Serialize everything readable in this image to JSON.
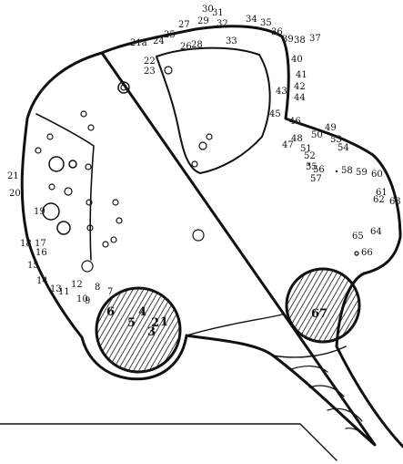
{
  "figure": {
    "labels": [
      "21a",
      "24",
      "25",
      "27",
      "29",
      "30",
      "31",
      "32",
      "33",
      "34",
      "35",
      "36",
      "39",
      "38",
      "37",
      "40",
      "41",
      "42",
      "43",
      "44",
      "45",
      "46",
      "47",
      "48",
      "49",
      "50",
      "51",
      "52",
      "53",
      "54",
      "55",
      "56",
      "57",
      "58",
      "59",
      "60",
      "61",
      "62",
      "63",
      "64",
      "65",
      "66",
      "22",
      "23",
      "26",
      "28",
      "21",
      "20",
      "19",
      "18",
      "17",
      "16",
      "15",
      "14",
      "13",
      "11",
      "12",
      "10",
      "9",
      "8",
      "7",
      "6",
      "5",
      "4",
      "3",
      "2",
      "1",
      "67"
    ]
  }
}
